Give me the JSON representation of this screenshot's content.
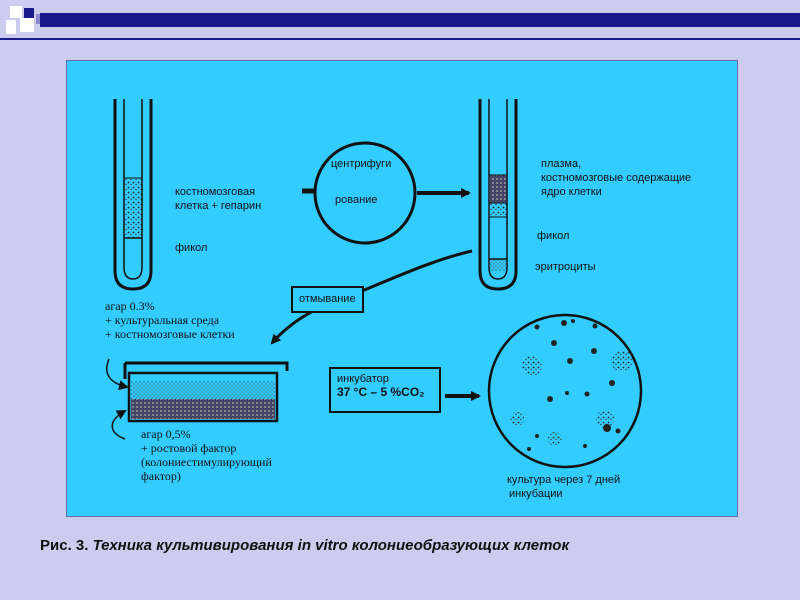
{
  "labels": {
    "bone_marrow": [
      "костномозговая",
      "клетка + гепарин"
    ],
    "ficoll_left": "фикол",
    "centrifuge": [
      "центрифуги",
      "рование"
    ],
    "plasma": [
      "плазма,",
      "костномозговые содержащие",
      "ядро клетки"
    ],
    "ficoll_right": "фикол",
    "erythrocytes": "эритроциты",
    "washing": "отмывание",
    "agar_top": [
      "агар 0.3%",
      "+ культуральная среда",
      "+ костномозговые клетки"
    ],
    "incubator": [
      "инкубатор",
      "37 °C – 5 %CO₂"
    ],
    "agar_bottom": [
      "агар 0,5%",
      "+ ростовой фактор",
      "(колониестимулирующий",
      "фактор)"
    ],
    "culture": [
      "культура через 7 дней",
      "инкубации"
    ]
  },
  "caption": {
    "prefix": "Рис. 3.",
    "text": "Техника культивирования in vitro колониеобразующих клеток"
  },
  "colors": {
    "background": "#ccccee",
    "figure_bg": "#33ccff",
    "accent": "#1a1a8c"
  }
}
